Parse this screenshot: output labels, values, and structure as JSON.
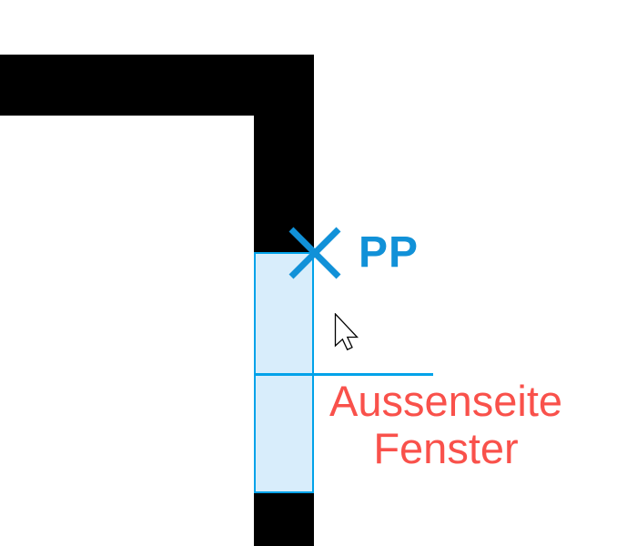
{
  "canvas": {
    "description": "CAD drawing view: wall corner with window element being placed"
  },
  "labels": {
    "point_label": "PP",
    "annotation_line1": "Aussenseite",
    "annotation_line2": "Fenster"
  },
  "colors": {
    "wall": "#000000",
    "window_border": "#00A2E9",
    "window_fill": "#D8EDFB",
    "marker": "#1191D8",
    "annotation": "#F9514B",
    "cursor_fill": "#FFFFFF",
    "cursor_outline": "#000000"
  },
  "icons": {
    "x_marker": "x-cross-point-marker",
    "cursor": "mouse-pointer-arrow"
  }
}
